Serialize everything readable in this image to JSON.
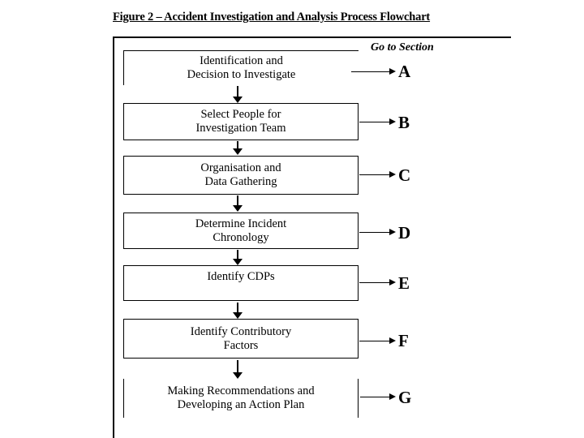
{
  "title": "Figure 2 – Accident Investigation and Analysis Process Flowchart",
  "go_to_section_label": "Go to Section",
  "colors": {
    "ink": "#000000",
    "background": "#ffffff"
  },
  "flowchart": {
    "steps": [
      {
        "label": "Identification and\nDecision to Investigate",
        "section": "A"
      },
      {
        "label": "Select People for\nInvestigation Team",
        "section": "B"
      },
      {
        "label": "Organisation and\nData Gathering",
        "section": "C"
      },
      {
        "label": "Determine Incident\nChronology",
        "section": "D"
      },
      {
        "label": "Identify CDPs",
        "section": "E"
      },
      {
        "label": "Identify Contributory\nFactors",
        "section": "F"
      },
      {
        "label": "Making Recommendations and\nDeveloping an Action Plan",
        "section": "G"
      }
    ]
  }
}
